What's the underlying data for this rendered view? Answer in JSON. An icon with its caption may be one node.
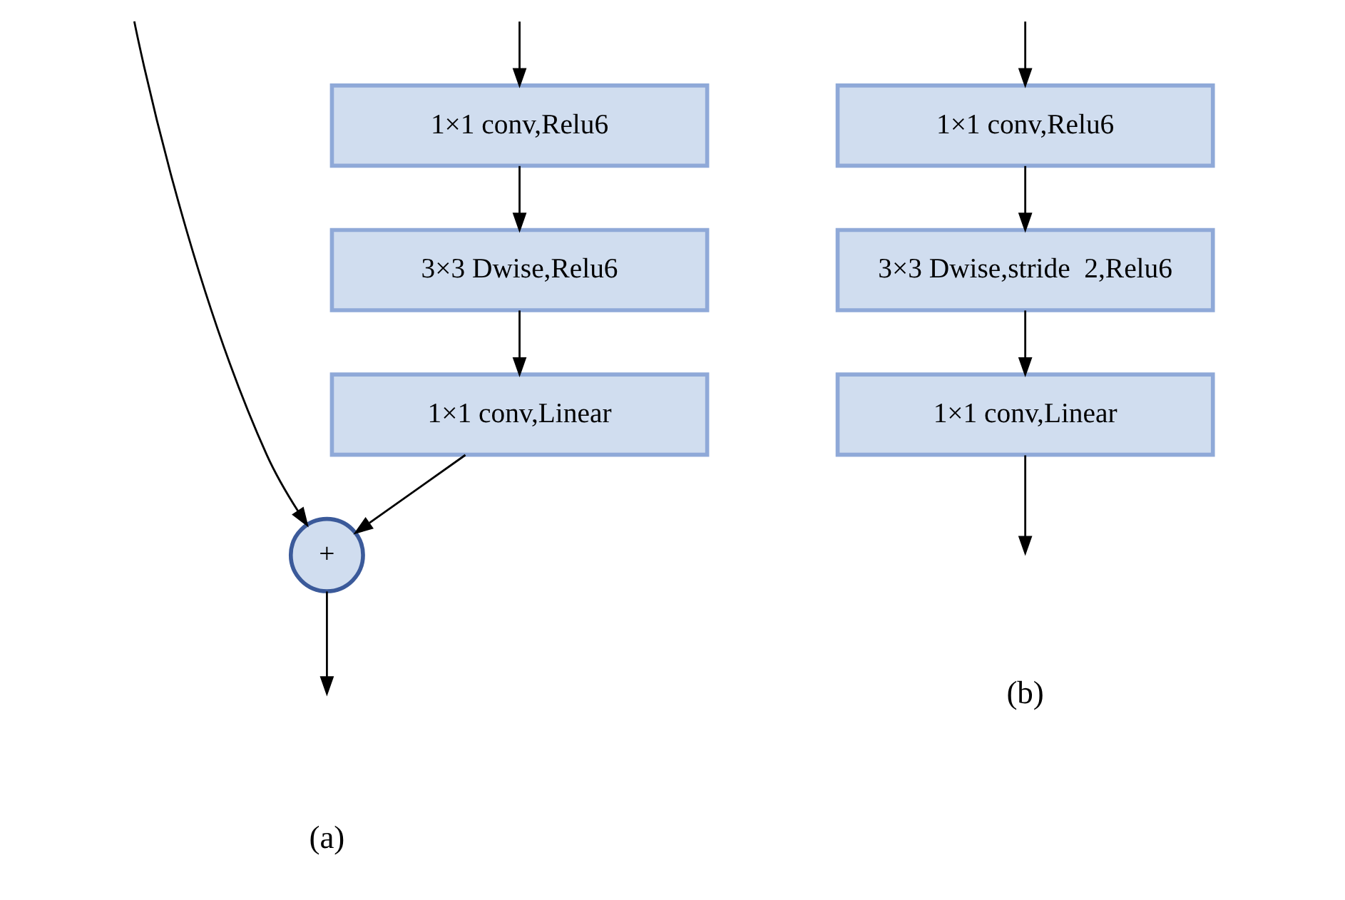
{
  "diagram": {
    "nodes": [
      {
        "text": [
          "1×1 conv,Relu6"
        ]
      },
      {
        "text": [
          "3×3 Dwise,Relu6"
        ]
      },
      {
        "text": [
          "1×1 conv,Linear"
        ]
      },
      {
        "text": [
          "+"
        ]
      },
      {
        "text": [
          "1×1 conv,Relu6"
        ]
      },
      {
        "text": [
          "3×3 Dwise,stride  2,Relu6"
        ]
      },
      {
        "text": [
          "1×1 conv,Linear"
        ]
      }
    ],
    "edges": [
      {
        "from": null,
        "to": 0,
        "arrow": "to"
      },
      {
        "from": 0,
        "to": 1,
        "arrow": "to"
      },
      {
        "from": 1,
        "to": 2,
        "arrow": "to"
      },
      {
        "from": 2,
        "to": 3,
        "arrow": "to"
      },
      {
        "from": null,
        "to": 3,
        "arrow": "to"
      },
      {
        "from": 3,
        "to": null,
        "arrow": "to"
      },
      {
        "from": null,
        "to": 4,
        "arrow": "to"
      },
      {
        "from": 4,
        "to": 5,
        "arrow": "to"
      },
      {
        "from": 5,
        "to": 6,
        "arrow": "to"
      },
      {
        "from": 6,
        "to": null,
        "arrow": "to"
      }
    ],
    "labels": [
      "(a)",
      "(b)"
    ]
  }
}
